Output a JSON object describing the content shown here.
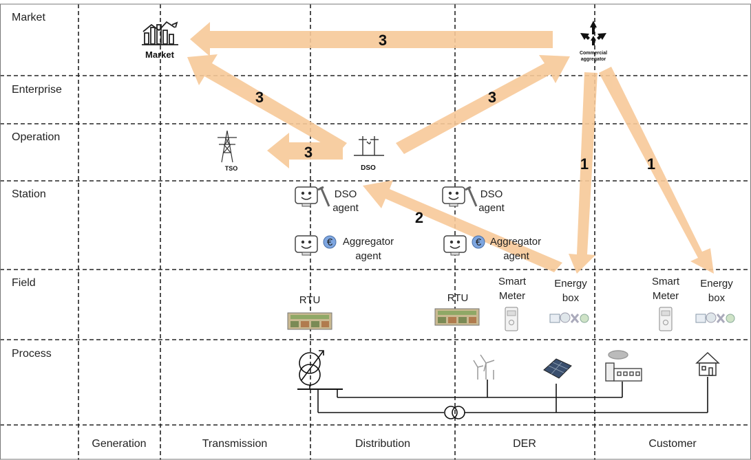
{
  "zones": [
    "Market",
    "Enterprise",
    "Operation",
    "Station",
    "Field",
    "Process"
  ],
  "domains": [
    "Generation",
    "Transmission",
    "Distribution",
    "DER",
    "Customer"
  ],
  "nodes": {
    "market": "Market",
    "commercial_aggregator": [
      "Commercial",
      "aggregator"
    ],
    "tso": "TSO",
    "dso": "DSO",
    "dso_agent": [
      "DSO",
      "agent"
    ],
    "aggregator_agent": [
      "Aggregator",
      "agent"
    ],
    "rtu": "RTU",
    "smart_meter": [
      "Smart",
      "Meter"
    ],
    "energy_box": [
      "Energy",
      "box"
    ],
    "euro_symbol": "€"
  },
  "arrows": {
    "aggregator_to_market": "3",
    "dso_to_market": "3",
    "dso_to_aggregator": "3",
    "dso_to_tso": "3",
    "energybox_to_dso": "2",
    "aggregator_to_der_box": "1",
    "aggregator_to_customer_box": "1"
  },
  "colors": {
    "arrow_fill": "#f7c999",
    "grid_line": "#222222",
    "euro_coin": "#7ea6e0"
  }
}
